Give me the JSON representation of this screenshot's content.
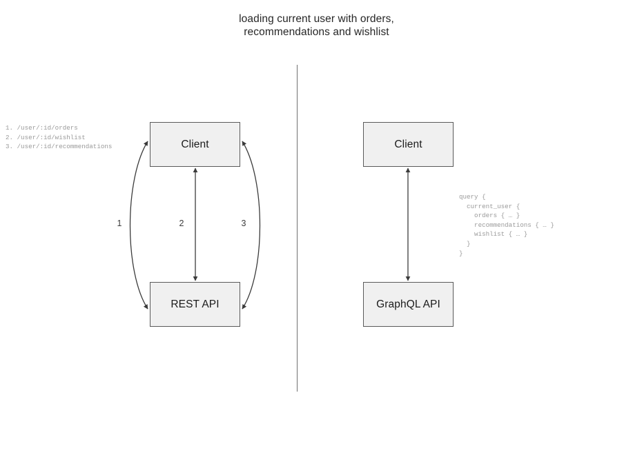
{
  "title": {
    "line1": "loading current user with orders,",
    "line2": "recommendations and wishlist"
  },
  "divider": {
    "name": "vertical-separator",
    "color": "#6f6f6f"
  },
  "style": {
    "node_fill": "#f0f0f0",
    "node_border": "#595959",
    "edge_color": "#3b3b3b",
    "code_color": "#9a9a9a",
    "title_color": "#262626"
  },
  "rest_side": {
    "client_label": "Client",
    "api_label": "REST API",
    "edges": [
      {
        "label": "1",
        "endpoint": "/user/:id/orders"
      },
      {
        "label": "2",
        "endpoint": "/user/:id/wishlist"
      },
      {
        "label": "3",
        "endpoint": "/user/:id/recommendations"
      }
    ],
    "endpoints_text": "1. /user/:id/orders\n2. /user/:id/wishlist\n3. /user/:id/recommendations"
  },
  "graphql_side": {
    "client_label": "Client",
    "api_label": "GraphQL API",
    "query_text": "query {\n  current_user {\n    orders { … }\n    recommendations { … }\n    wishlist { … }\n  }\n}"
  }
}
